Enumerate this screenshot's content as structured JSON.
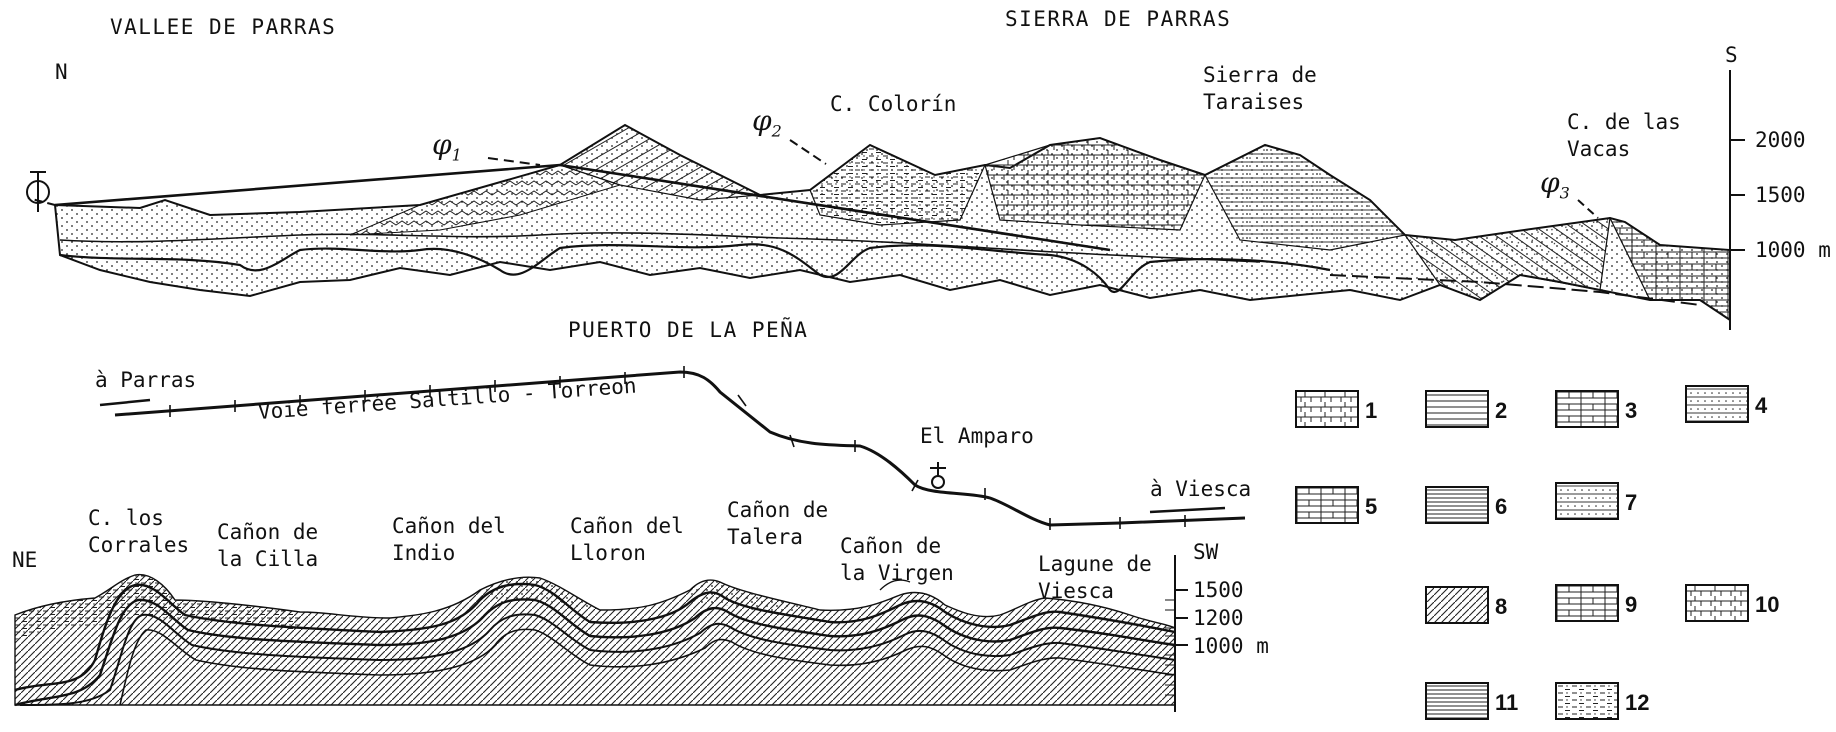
{
  "profile_top": {
    "region_left": "VALLEE DE PARRAS",
    "region_right": "SIERRA DE PARRAS",
    "north": "N",
    "south": "S",
    "fault_symbol": "Φ",
    "phi1": "φ",
    "phi1_sub": "1",
    "phi2": "φ",
    "phi2_sub": "2",
    "phi3": "φ",
    "phi3_sub": "3",
    "colorin": "C. Colorín",
    "taraises_1": "Sierra de",
    "taraises_2": "Taraises",
    "vacas_1": "C. de las",
    "vacas_2": "Vacas",
    "scale": [
      "2000",
      "1500",
      "1000 m"
    ]
  },
  "route": {
    "title": "PUERTO DE LA PEÑA",
    "to_parras": "à Parras",
    "railway": "Voie ferrée Saltillo - Torreon",
    "amparo": "El Amparo",
    "to_viesca": "à Viesca"
  },
  "profile_bottom": {
    "ne": "NE",
    "sw": "SW",
    "corrales_1": "C. los",
    "corrales_2": "Corrales",
    "cilla_1": "Cañon de",
    "cilla_2": "la Cilla",
    "indio_1": "Cañon del",
    "indio_2": "Indio",
    "lloron_1": "Cañon del",
    "lloron_2": "Lloron",
    "talera_1": "Cañon de",
    "talera_2": "Talera",
    "virgen_1": "Cañon de",
    "virgen_2": "la Virgen",
    "viesca_1": "Lagune de",
    "viesca_2": "Viesca",
    "scale": [
      "1500",
      "1200",
      "1000 m"
    ]
  },
  "legend": [
    {
      "num": "1",
      "pattern": "limestone-nodular"
    },
    {
      "num": "2",
      "pattern": "shale-lines"
    },
    {
      "num": "3",
      "pattern": "limestone-marly"
    },
    {
      "num": "4",
      "pattern": "sandstone-dots"
    },
    {
      "num": "5",
      "pattern": "limestone-massive"
    },
    {
      "num": "6",
      "pattern": "shale-dense"
    },
    {
      "num": "7",
      "pattern": "sandstone-lines"
    },
    {
      "num": "8",
      "pattern": "hatched"
    },
    {
      "num": "9",
      "pattern": "limestone-thick"
    },
    {
      "num": "10",
      "pattern": "limestone-irregular"
    },
    {
      "num": "11",
      "pattern": "shale-fine"
    },
    {
      "num": "12",
      "pattern": "siltstone"
    }
  ]
}
